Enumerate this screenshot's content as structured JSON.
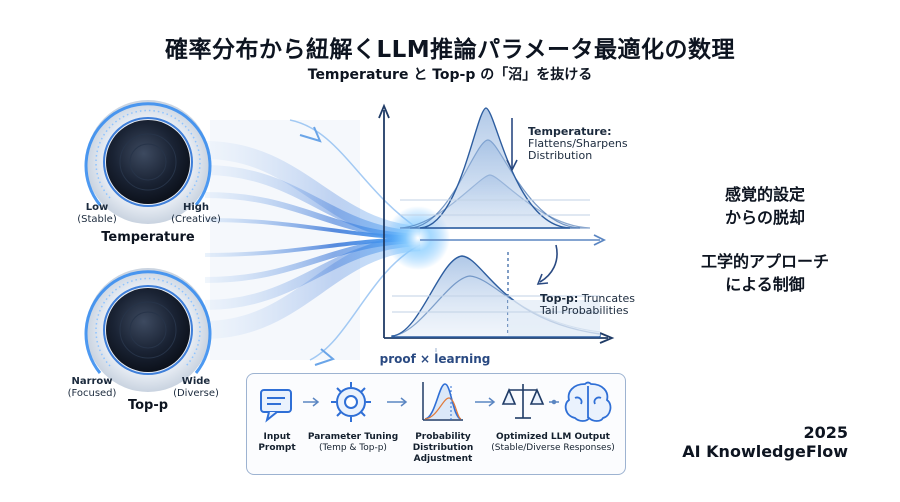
{
  "header": {
    "title": "確率分布から紐解くLLM推論パラメータ最適化の数理",
    "subtitle": "Temperature と Top-p の「沼」を抜ける"
  },
  "knobs": {
    "temperature": {
      "label": "Temperature",
      "low": "Low",
      "low_sub": "(Stable)",
      "high": "High",
      "high_sub": "(Creative)"
    },
    "top_p": {
      "label": "Top-p",
      "low": "Narrow",
      "low_sub": "(Focused)",
      "high": "Wide",
      "high_sub": "(Diverse)"
    }
  },
  "annotations": {
    "temperature_head": "Temperature:",
    "temperature_line1": "Flattens/Sharpens",
    "temperature_line2": "Distribution",
    "top_p_head": "Top-p:",
    "top_p_line1": "Truncates",
    "top_p_line2": "Tail Probabilities"
  },
  "side": {
    "line1": "感覚的設定",
    "line2": "からの脱却",
    "line3": "工学的アプローチ",
    "line4": "による制御"
  },
  "footer": {
    "year": "2025",
    "brand": "AI KnowledgeFlow"
  },
  "flow": {
    "title": "proof × learning",
    "steps": [
      {
        "title": "Input",
        "sub": "Prompt",
        "icon": "chat-bubble-icon"
      },
      {
        "title": "Parameter Tuning",
        "sub": "(Temp & Top-p)",
        "icon": "gear-icon"
      },
      {
        "title": "Probability",
        "sub": "Distribution",
        "sub2": "Adjustment",
        "icon": "distribution-chart-icon"
      },
      {
        "title": "Optimized LLM Output",
        "sub": "(Stable/Diverse Responses)",
        "icon": "balance-scale-icon"
      }
    ]
  },
  "colors": {
    "accent": "#2f6fd6",
    "glow": "#5ab4ff",
    "dark": "#0d1420",
    "curve": "#4a78b5"
  }
}
